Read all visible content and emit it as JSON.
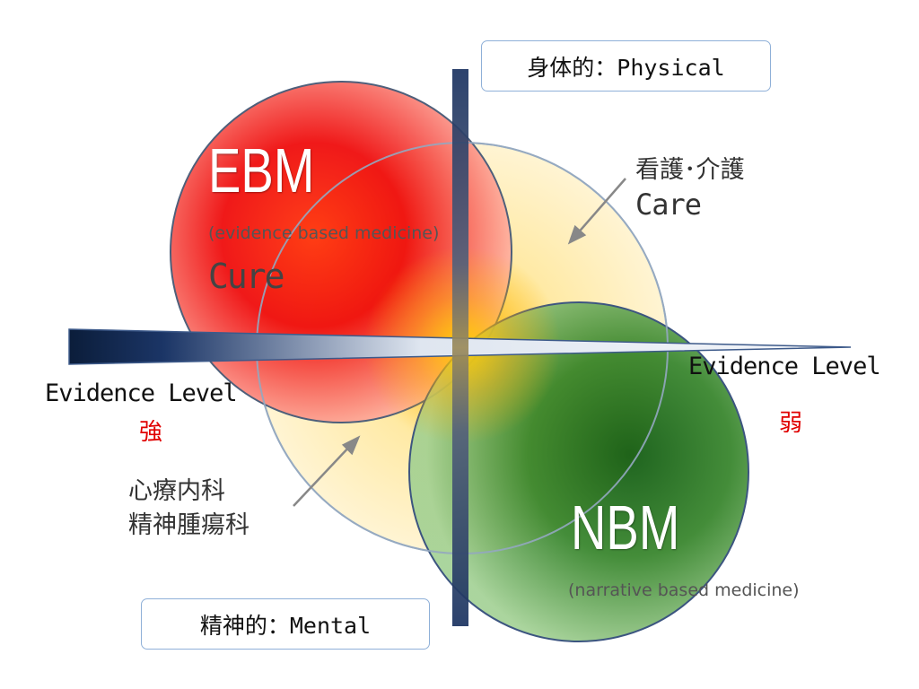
{
  "axis_top": "身体的：Physical",
  "axis_bottom": "精神的：Mental",
  "ebm": {
    "title": "EBM",
    "subtitle": "(evidence based medicine)",
    "keyword": "Cure"
  },
  "nbm": {
    "title": "NBM",
    "subtitle": "(narrative based medicine)"
  },
  "care": {
    "jp": "看護･介護",
    "en": "Care"
  },
  "mental_dept": {
    "line1": "心療内科",
    "line2": "精神腫瘍科"
  },
  "evidence": {
    "left_label": "Evidence Level",
    "left_value": "強",
    "right_label": "Evidence Level",
    "right_value": "弱"
  },
  "colors": {
    "ebm": "#f20000",
    "care": "#fff0b8",
    "nbm": "#006400",
    "axis": "#13294d",
    "highlight": "#e00000"
  }
}
